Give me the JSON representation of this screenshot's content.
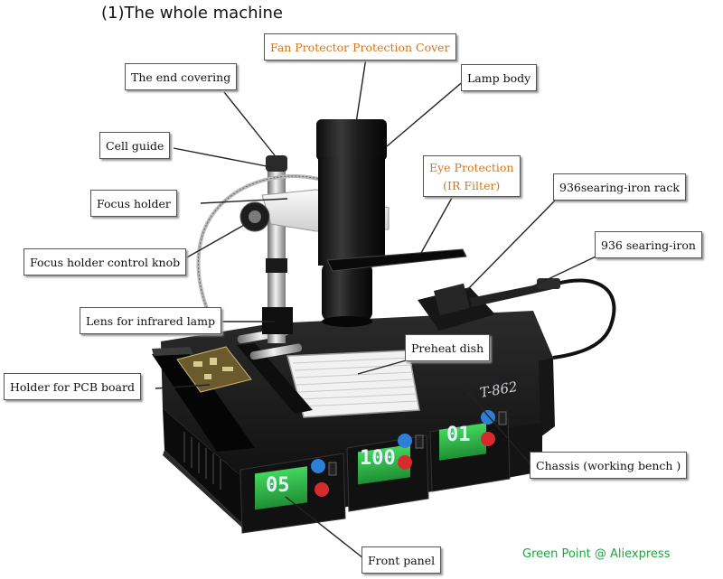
{
  "title": "(1)The whole machine",
  "labels": {
    "fan_cover": "Fan Protector Protection Cover",
    "end_covering": "The end covering",
    "lamp_body": "Lamp body",
    "cell_guide": "Cell guide",
    "eye_protection_1": "Eye Protection",
    "eye_protection_2": "(IR Filter)",
    "iron_rack": "936searing-iron rack",
    "focus_holder": "Focus holder",
    "focus_knob": "Focus holder control knob",
    "iron": "936 searing-iron",
    "lens": "Lens for infrared lamp",
    "preheat": "Preheat dish",
    "pcb_holder": "Holder for PCB board",
    "chassis": "Chassis (working bench )",
    "front_panel": "Front panel"
  },
  "machine": {
    "model": "T-862",
    "displays": [
      "05",
      "100",
      "01"
    ]
  },
  "watermark": "Green Point @ Aliexpress",
  "colors": {
    "label_orange": "#d4761c",
    "watermark_green": "#23a340",
    "display_green": "#2fb84a"
  }
}
